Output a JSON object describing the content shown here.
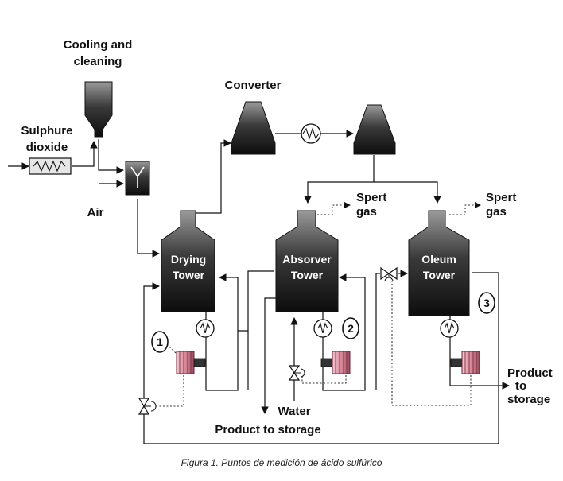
{
  "labels": {
    "cooling_line1": "Cooling and",
    "cooling_line2": "cleaning",
    "converter": "Converter",
    "sulphure_line1": "Sulphure",
    "sulphure_line2": "dioxide",
    "air": "Air",
    "spent_gas_1_line1": "Spert",
    "spent_gas_1_line2": "gas",
    "spent_gas_2_line1": "Spert",
    "spent_gas_2_line2": "gas",
    "drying_line1": "Drying",
    "drying_line2": "Tower",
    "absorver_line1": "Absorver",
    "absorver_line2": "Tower",
    "oleum_line1": "Oleum",
    "oleum_line2": "Tower",
    "water": "Water",
    "product_to_storage_1": "Product to storage",
    "product_to_storage_2_line1": "Product",
    "product_to_storage_2_line2": "to",
    "product_to_storage_2_line3": "storage"
  },
  "points": {
    "p1": "1",
    "p2": "2",
    "p3": "3"
  },
  "caption": "Figura 1. Puntos de medición de ácido sulfúrico",
  "colors": {
    "vessel_dark": "#111111",
    "vessel_light": "#9a9a9a",
    "heater_pink": "#d98899",
    "pipe": "#111111",
    "background": "#ffffff"
  }
}
